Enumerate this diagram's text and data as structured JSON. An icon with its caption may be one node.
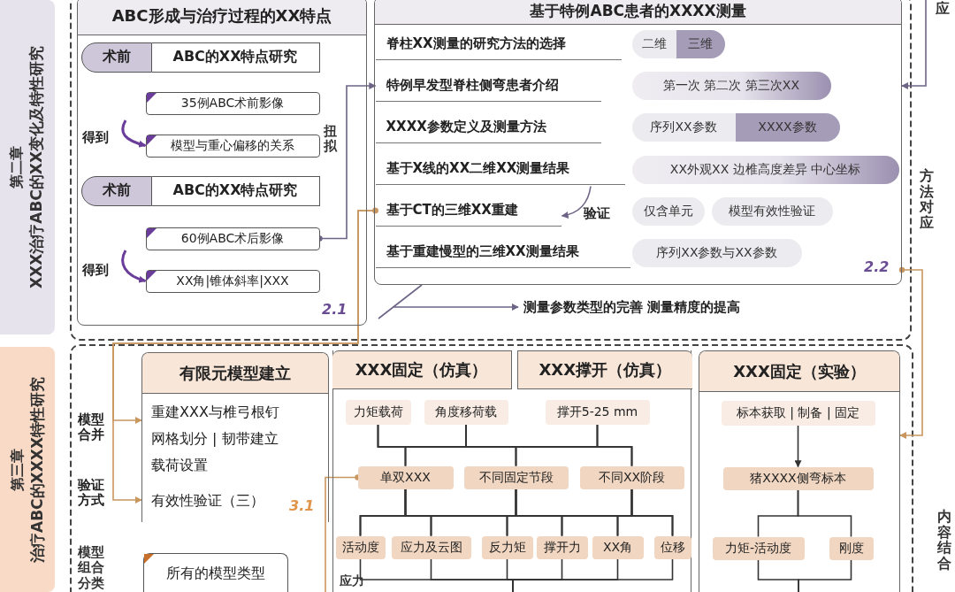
{
  "diagram": {
    "nodes": [
      {
        "text": [
          "ABC形成与治疗过程的XX特点"
        ]
      },
      {
        "text": [
          "术前",
          "ABC的XX特点研究"
        ],
        "in": 0
      },
      {
        "text": [
          "35例ABC术前影像"
        ],
        "in": 0
      },
      {
        "text": [
          "模型与重心偏移的关系"
        ],
        "in": 0
      },
      {
        "text": [
          "术前",
          "ABC的XX特点研究"
        ],
        "in": 0
      },
      {
        "text": [
          "60例ABC术后影像"
        ],
        "in": 0
      },
      {
        "text": [
          "XX角|锥体斜率|XXX"
        ],
        "in": 0
      },
      {
        "text": [
          "基于特例ABC患者的XXXX测量"
        ]
      },
      {
        "text": [
          "脊柱XX测量的研究方法的选择"
        ],
        "in": 7
      },
      {
        "text": [
          "二维"
        ],
        "in": 7
      },
      {
        "text": [
          "三维"
        ],
        "in": 7
      },
      {
        "text": [
          "特例早发型脊柱侧弯患者介绍"
        ],
        "in": 7
      },
      {
        "text": [
          "第一次 第二次 第三次XX"
        ],
        "in": 7
      },
      {
        "text": [
          "XXXX参数定义及测量方法"
        ],
        "in": 7
      },
      {
        "text": [
          "序列XX参数"
        ],
        "in": 7
      },
      {
        "text": [
          "XXXX参数"
        ],
        "in": 7
      },
      {
        "text": [
          "基于X线的XX二维XX测量结果"
        ],
        "in": 7
      },
      {
        "text": [
          "XX外观XX 边椎高度差异 中心坐标"
        ],
        "in": 7
      },
      {
        "text": [
          "基于CT的三维XX重建"
        ],
        "in": 7
      },
      {
        "text": [
          "仅含单元"
        ],
        "in": 7
      },
      {
        "text": [
          "模型有效性验证"
        ],
        "in": 7
      },
      {
        "text": [
          "基于重建慢型的三维XX测量结果"
        ],
        "in": 7
      },
      {
        "text": [
          "序列XX参数与XX参数"
        ],
        "in": 7
      },
      {
        "text": [
          "测量参数类型的完善 测量精度的提高"
        ]
      },
      {
        "text": [
          "有限元模型建立",
          "重建XXX与椎弓根钉",
          "网格划分 | 韧带建立",
          "载荷设置",
          "有效性验证（三）"
        ]
      },
      {
        "text": [
          "所有的模型类型"
        ]
      },
      {
        "text": [
          "XXX固定（仿真）",
          "XXX撑开（仿真）"
        ]
      },
      {
        "text": [
          "力矩载荷"
        ],
        "in": 26
      },
      {
        "text": [
          "角度移荷载"
        ],
        "in": 26
      },
      {
        "text": [
          "撑开5-25 mm"
        ],
        "in": 26
      },
      {
        "text": [
          "单双XXX"
        ],
        "in": 26
      },
      {
        "text": [
          "不同固定节段"
        ],
        "in": 26
      },
      {
        "text": [
          "不同XX阶段"
        ],
        "in": 26
      },
      {
        "text": [
          "活动度"
        ],
        "in": 26
      },
      {
        "text": [
          "应力及云图"
        ],
        "in": 26
      },
      {
        "text": [
          "反力矩"
        ],
        "in": 26
      },
      {
        "text": [
          "撑开力"
        ],
        "in": 26
      },
      {
        "text": [
          "XX角"
        ],
        "in": 26
      },
      {
        "text": [
          "位移"
        ],
        "in": 26
      },
      {
        "text": [
          "XXX固定（实验）"
        ]
      },
      {
        "text": [
          "标本获取 | 制备 | 固定"
        ],
        "in": 39
      },
      {
        "text": [
          "猪XXXX侧弯标本"
        ],
        "in": 39
      },
      {
        "text": [
          "力矩-活动度"
        ],
        "in": 39
      },
      {
        "text": [
          "刚度"
        ],
        "in": 39
      },
      {
        "text": [
          "第二章",
          "XXX治疗ABC的XX变化及特性研究"
        ]
      },
      {
        "text": [
          "第三章",
          "治疗ABC的XXXX特性研究"
        ]
      }
    ],
    "edges": [
      {
        "from": null,
        "to": 3,
        "arrow": "to",
        "label": "得到",
        "color": "#6a3d9a"
      },
      {
        "from": null,
        "to": 6,
        "arrow": "to",
        "label": "得到",
        "color": "#6a3d9a"
      },
      {
        "from": 5,
        "to": 11,
        "arrow": "to",
        "color": "#6e6486"
      },
      {
        "from": null,
        "to": 7,
        "arrow": "to",
        "color": "#6e6486"
      },
      {
        "from": 16,
        "to": 18,
        "arrow": "to",
        "label": "验证",
        "color": "#6e6486"
      },
      {
        "from": 18,
        "to": 24,
        "arrow": "to",
        "label": "模型合并",
        "color": "#c8965f"
      },
      {
        "from": 18,
        "to": 24,
        "arrow": "to",
        "label": "验证方式",
        "color": "#c8965f"
      },
      {
        "from": 7,
        "to": 23,
        "arrow": "to",
        "color": "#6e6486"
      },
      {
        "from": 7,
        "to": 39,
        "arrow": "to",
        "color": "#c8965f"
      },
      {
        "from": null,
        "to": 30,
        "arrow": "other",
        "color": "#c8965f"
      },
      {
        "from": 27,
        "to": 30,
        "arrow": "none"
      },
      {
        "from": 27,
        "to": 31,
        "arrow": "none"
      },
      {
        "from": 27,
        "to": 32,
        "arrow": "none"
      },
      {
        "from": 28,
        "to": 30,
        "arrow": "none"
      },
      {
        "from": 28,
        "to": 31,
        "arrow": "none"
      },
      {
        "from": 28,
        "to": 32,
        "arrow": "none"
      },
      {
        "from": 29,
        "to": 30,
        "arrow": "none"
      },
      {
        "from": 29,
        "to": 31,
        "arrow": "none"
      },
      {
        "from": 29,
        "to": 32,
        "arrow": "none"
      },
      {
        "from": 30,
        "to": 33,
        "arrow": "none"
      },
      {
        "from": 30,
        "to": 34,
        "arrow": "none"
      },
      {
        "from": 30,
        "to": 35,
        "arrow": "none"
      },
      {
        "from": 30,
        "to": 36,
        "arrow": "none"
      },
      {
        "from": 30,
        "to": 37,
        "arrow": "none"
      },
      {
        "from": 30,
        "to": 38,
        "arrow": "none"
      },
      {
        "from": 31,
        "to": 33,
        "arrow": "none"
      },
      {
        "from": 31,
        "to": 34,
        "arrow": "none"
      },
      {
        "from": 31,
        "to": 35,
        "arrow": "none"
      },
      {
        "from": 31,
        "to": 36,
        "arrow": "none"
      },
      {
        "from": 31,
        "to": 37,
        "arrow": "none"
      },
      {
        "from": 31,
        "to": 38,
        "arrow": "none"
      },
      {
        "from": 32,
        "to": 33,
        "arrow": "none"
      },
      {
        "from": 32,
        "to": 34,
        "arrow": "none"
      },
      {
        "from": 32,
        "to": 35,
        "arrow": "none"
      },
      {
        "from": 32,
        "to": 36,
        "arrow": "none"
      },
      {
        "from": 32,
        "to": 37,
        "arrow": "none"
      },
      {
        "from": 32,
        "to": 38,
        "arrow": "none"
      },
      {
        "from": 33,
        "to": null,
        "arrow": "none"
      },
      {
        "from": 34,
        "to": null,
        "arrow": "none"
      },
      {
        "from": 35,
        "to": null,
        "arrow": "none"
      },
      {
        "from": 36,
        "to": null,
        "arrow": "none"
      },
      {
        "from": 37,
        "to": null,
        "arrow": "none"
      },
      {
        "from": 38,
        "to": null,
        "arrow": "none"
      },
      {
        "from": 40,
        "to": 41,
        "arrow": "to"
      },
      {
        "from": 41,
        "to": 42,
        "arrow": "none"
      },
      {
        "from": 41,
        "to": 43,
        "arrow": "none"
      },
      {
        "from": 42,
        "to": null,
        "arrow": "none"
      },
      {
        "from": 43,
        "to": null,
        "arrow": "none"
      }
    ],
    "labels": [
      "应",
      "扭拟",
      "方法对应",
      "2.2",
      "2.1",
      "3.1",
      "内容结合",
      "模型组合分类",
      "应力"
    ]
  }
}
